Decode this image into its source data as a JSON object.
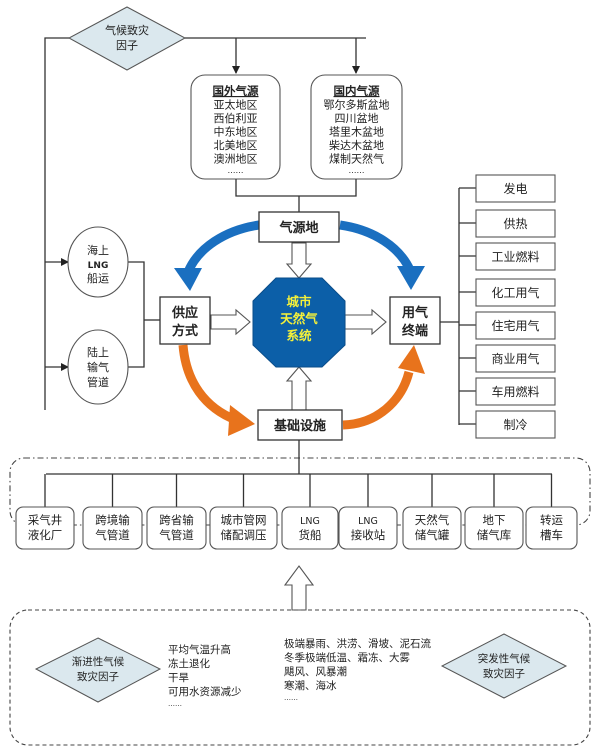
{
  "colors": {
    "blue_arrow": "#1a6fc0",
    "orange_arrow": "#e8731c",
    "octagon_fill": "#0c5fa8",
    "octagon_text": "#f4f03a",
    "diamond_fill": "#dbe8ee"
  },
  "climate_factor": {
    "line1": "气候致灾",
    "line2": "因子"
  },
  "foreign_sources": {
    "title": "国外气源",
    "items": [
      "亚太地区",
      "西伯利亚",
      "中东地区",
      "北美地区",
      "澳洲地区",
      "……"
    ]
  },
  "domestic_sources": {
    "title": "国内气源",
    "items": [
      "鄂尔多斯盆地",
      "四川盆地",
      "塔里木盆地",
      "柴达木盆地",
      "煤制天然气",
      "……"
    ]
  },
  "transport_modes": [
    {
      "lines": [
        "海上",
        "LNG",
        "船运"
      ]
    },
    {
      "lines": [
        "陆上",
        "输气",
        "管道"
      ]
    }
  ],
  "core": {
    "gas_source": "气源地",
    "supply_line1": "供应",
    "supply_line2": "方式",
    "end_use_line1": "用气",
    "end_use_line2": "终端",
    "infrastructure": "基础设施",
    "center_lines": [
      "城市",
      "天然气",
      "系统"
    ]
  },
  "end_uses": [
    "发电",
    "供热",
    "工业燃料",
    "化工用气",
    "住宅用气",
    "商业用气",
    "车用燃料",
    "制冷"
  ],
  "facilities": [
    {
      "lines": [
        "采气井",
        "液化厂"
      ]
    },
    {
      "lines": [
        "跨境输",
        "气管道"
      ]
    },
    {
      "lines": [
        "跨省输",
        "气管道"
      ]
    },
    {
      "lines": [
        "城市管网",
        "储配调压"
      ]
    },
    {
      "lines": [
        "LNG",
        "货船"
      ]
    },
    {
      "lines": [
        "LNG",
        "接收站"
      ]
    },
    {
      "lines": [
        "天然气",
        "储气罐"
      ]
    },
    {
      "lines": [
        "地下",
        "储气库"
      ]
    },
    {
      "lines": [
        "转运",
        "槽车"
      ]
    }
  ],
  "gradual_factor": {
    "line1": "渐进性气候",
    "line2": "致灾因子",
    "items": [
      "平均气温升高",
      "冻土退化",
      "干旱",
      "可用水资源减少",
      "……"
    ]
  },
  "sudden_factor": {
    "line1": "突发性气候",
    "line2": "致灾因子",
    "items": [
      "极端暴雨、洪涝、滑坡、泥石流",
      "冬季极端低温、霜冻、大雾",
      "飓风、风暴潮",
      "寒潮、海冰",
      "……"
    ]
  }
}
